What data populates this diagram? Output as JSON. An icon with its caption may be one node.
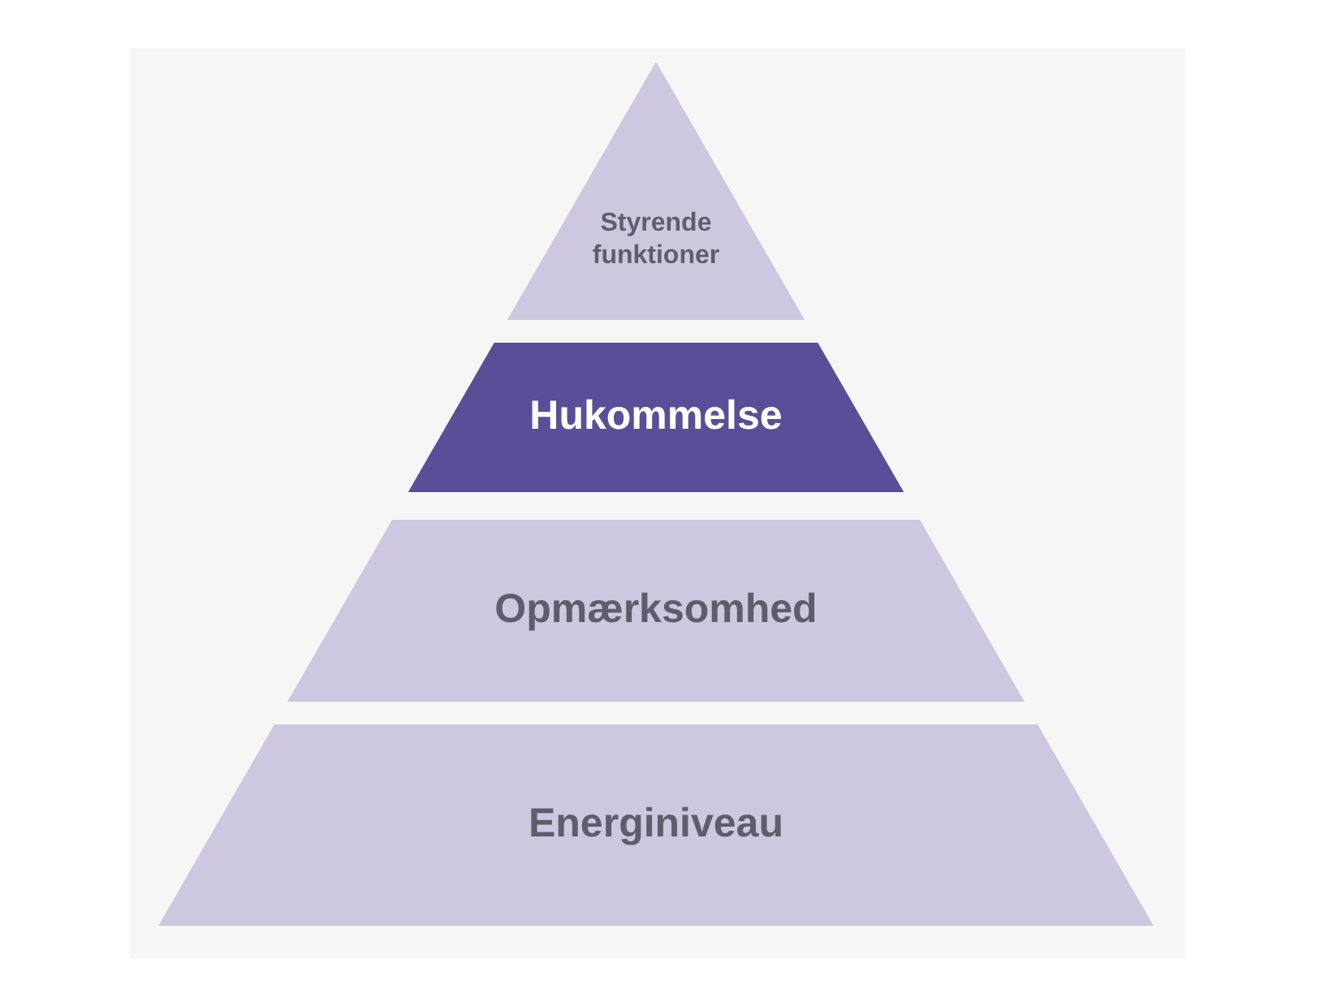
{
  "diagram": {
    "nodes": [
      {
        "text": [
          "Styrende funktioner"
        ]
      },
      {
        "text": [
          "Hukommelse"
        ]
      },
      {
        "text": [
          "Opmærksomhed"
        ]
      },
      {
        "text": [
          "Energiniveau"
        ]
      }
    ]
  }
}
